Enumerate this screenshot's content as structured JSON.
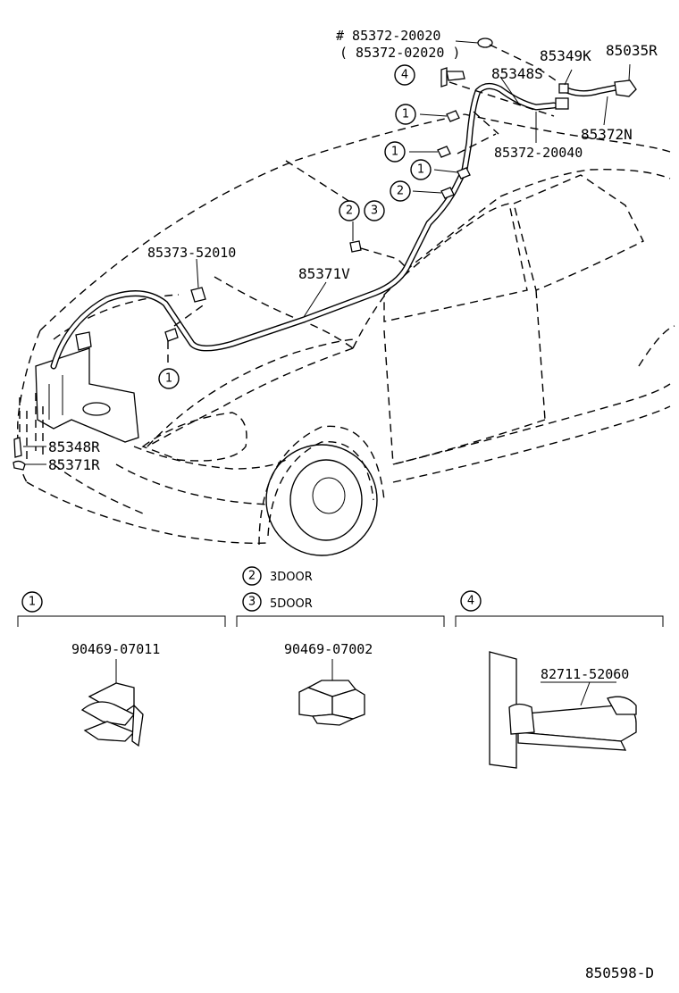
{
  "diagram_code": "850598-D",
  "callouts": {
    "p_85372_20020": "# 85372-20020",
    "p_85372_02020": "( 85372-02020 )",
    "p_85349K": "85349K",
    "p_85035R": "85035R",
    "p_85348S": "85348S",
    "p_85372N": "85372N",
    "p_85372_20040": "85372-20040",
    "p_85373_52010": "85373-52010",
    "p_85371V": "85371V",
    "p_85348R": "85348R",
    "p_85371R": "85371R"
  },
  "markers": {
    "one": "1",
    "two": "2",
    "three": "3",
    "four": "4"
  },
  "variants": {
    "three_door": "3DOOR",
    "five_door": "5DOOR"
  },
  "detail_panels": {
    "panel1_part": "90469-07011",
    "panel23_part": "90469-07002",
    "panel4_part": "82711-52060"
  }
}
